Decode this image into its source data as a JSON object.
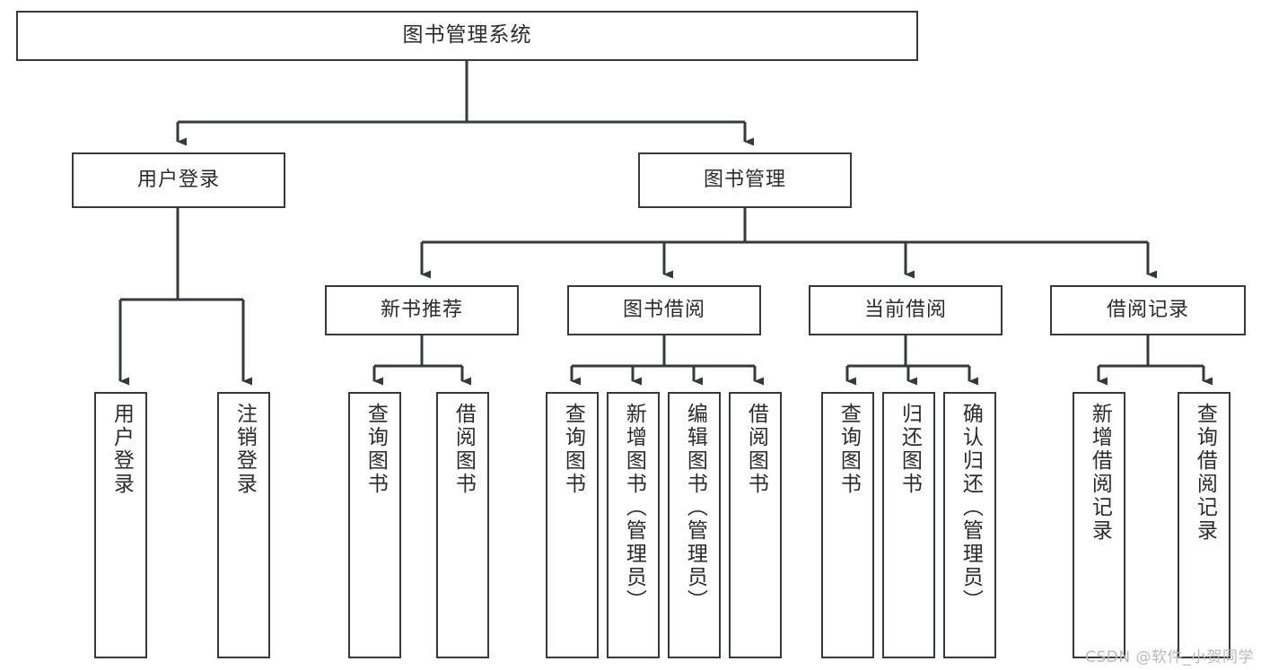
{
  "diagram": {
    "title": "图书管理系统",
    "type": "tree",
    "colors": {
      "box_border": "#36393d",
      "box_fill": "#ffffff",
      "connector": "#36393d",
      "text": "#2b2b2b",
      "watermark": "#b9b9b9",
      "background": "#ffffff"
    }
  },
  "nodes": {
    "root": {
      "label": "图书管理系统"
    },
    "level2": [
      {
        "id": "user-login",
        "label": "用户登录"
      },
      {
        "id": "book-manage",
        "label": "图书管理"
      }
    ],
    "level3": [
      {
        "id": "new-book-recommend",
        "label": "新书推荐"
      },
      {
        "id": "book-borrow",
        "label": "图书借阅"
      },
      {
        "id": "current-borrow",
        "label": "当前借阅"
      },
      {
        "id": "borrow-record",
        "label": "借阅记录"
      }
    ],
    "leaves": {
      "user_login": [
        {
          "id": "leaf-user-login",
          "label": "用户登录"
        },
        {
          "id": "leaf-logout-login",
          "label": "注销登录"
        }
      ],
      "new_book_recommend": [
        {
          "id": "leaf-query-book-1",
          "label": "查询图书"
        },
        {
          "id": "leaf-borrow-book-1",
          "label": "借阅图书"
        }
      ],
      "book_borrow": [
        {
          "id": "leaf-query-book-2",
          "label": "查询图书"
        },
        {
          "id": "leaf-add-book",
          "label": "新增图书（管理员）"
        },
        {
          "id": "leaf-edit-book",
          "label": "编辑图书（管理员）"
        },
        {
          "id": "leaf-borrow-book-2",
          "label": "借阅图书"
        }
      ],
      "current_borrow": [
        {
          "id": "leaf-query-book-3",
          "label": "查询图书"
        },
        {
          "id": "leaf-return-book",
          "label": "归还图书"
        },
        {
          "id": "leaf-confirm-return",
          "label": "确认归还（管理员）"
        }
      ],
      "borrow_record": [
        {
          "id": "leaf-add-record",
          "label": "新增借阅记录"
        },
        {
          "id": "leaf-query-record",
          "label": "查询借阅记录"
        }
      ]
    }
  },
  "watermark": {
    "text": "CSDN @软件_小贺同学"
  }
}
